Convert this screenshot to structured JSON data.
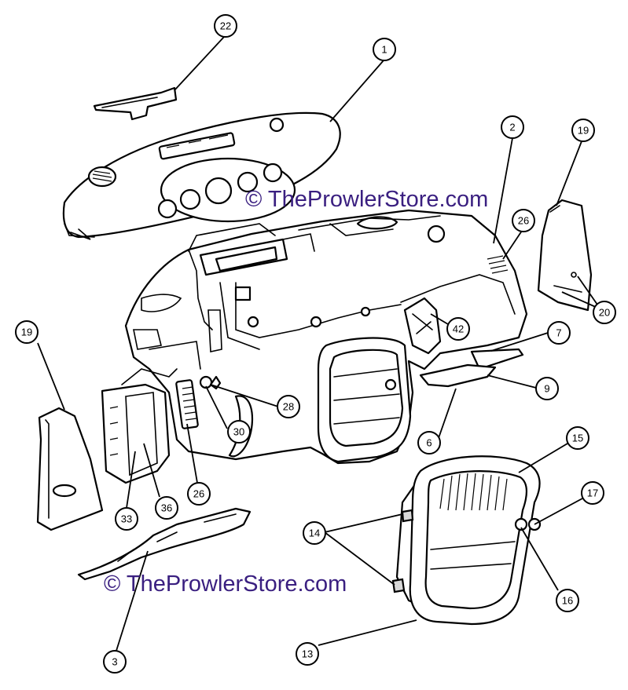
{
  "watermark_text": "© TheProwlerStore.com",
  "callouts": [
    {
      "id": "22",
      "label": "22"
    },
    {
      "id": "1",
      "label": "1"
    },
    {
      "id": "2",
      "label": "2"
    },
    {
      "id": "19a",
      "label": "19"
    },
    {
      "id": "26a",
      "label": "26"
    },
    {
      "id": "20",
      "label": "20"
    },
    {
      "id": "19b",
      "label": "19"
    },
    {
      "id": "42",
      "label": "42"
    },
    {
      "id": "7",
      "label": "7"
    },
    {
      "id": "9",
      "label": "9"
    },
    {
      "id": "28",
      "label": "28"
    },
    {
      "id": "30",
      "label": "30"
    },
    {
      "id": "6",
      "label": "6"
    },
    {
      "id": "26b",
      "label": "26"
    },
    {
      "id": "33",
      "label": "33"
    },
    {
      "id": "36",
      "label": "36"
    },
    {
      "id": "15",
      "label": "15"
    },
    {
      "id": "17",
      "label": "17"
    },
    {
      "id": "14",
      "label": "14"
    },
    {
      "id": "16",
      "label": "16"
    },
    {
      "id": "13",
      "label": "13"
    },
    {
      "id": "3",
      "label": "3"
    }
  ]
}
